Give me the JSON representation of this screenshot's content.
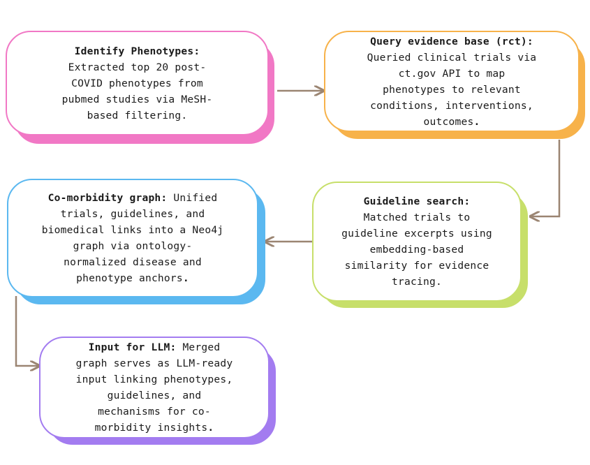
{
  "colors": {
    "pink": "#f178c5",
    "orange": "#f7b24a",
    "green": "#c7df6a",
    "blue": "#5bb8f0",
    "purple": "#a37cf0",
    "arrow": "#9b8572"
  },
  "nodes": [
    {
      "id": "identify",
      "title": "Identify Phenotypes:",
      "body": "Extracted top 20 post-COVID phenotypes from pubmed studies via MeSH-based filtering."
    },
    {
      "id": "query",
      "title": "Query evidence base (rct):",
      "body": "Queried clinical trials via ct.gov API to map phenotypes to relevant conditions, interventions, outcomes."
    },
    {
      "id": "guideline",
      "title": "Guideline search:",
      "body": "Matched trials to guideline excerpts using embedding-based similarity for evidence tracing."
    },
    {
      "id": "comorbidity",
      "title": "Co-morbidity graph:",
      "body": "Unified trials, guidelines, and biomedical links into a Neo4j graph via ontology-normalized disease and phenotype anchors."
    },
    {
      "id": "llm",
      "title": "Input for LLM:",
      "body": "Merged graph serves as LLM-ready input linking phenotypes, guidelines, and mechanisms for co-morbidity insights."
    }
  ],
  "edges": [
    {
      "from": "identify",
      "to": "query"
    },
    {
      "from": "query",
      "to": "guideline"
    },
    {
      "from": "guideline",
      "to": "comorbidity"
    },
    {
      "from": "comorbidity",
      "to": "llm"
    }
  ]
}
